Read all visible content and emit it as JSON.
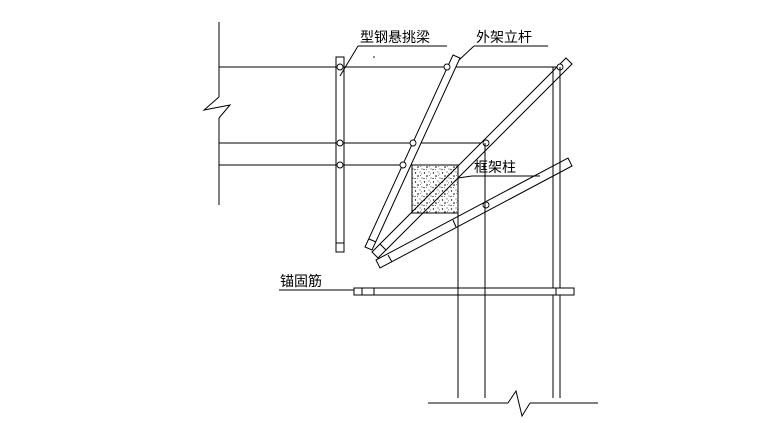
{
  "labels": {
    "steel_beam": "型钢悬挑梁",
    "outer_pole": "外架立杆",
    "frame_column": "框架柱",
    "anchor_bar": "锚固筋"
  }
}
